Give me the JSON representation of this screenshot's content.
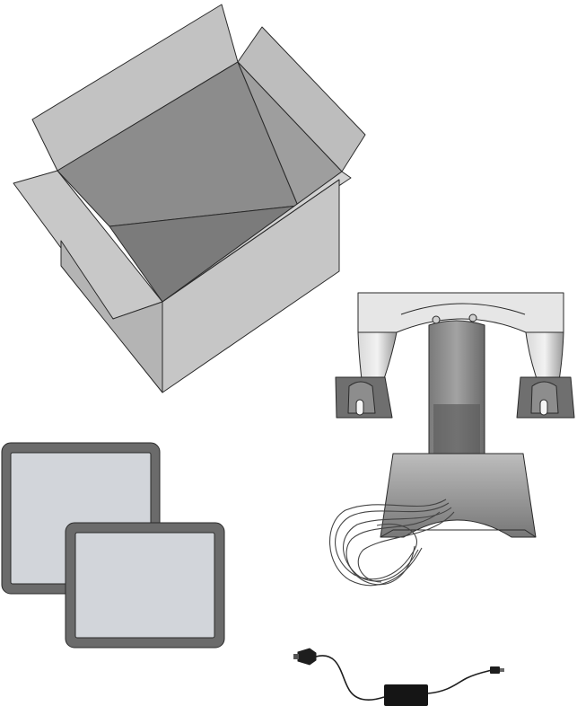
{
  "illustration": {
    "items": [
      {
        "id": "shipping-box",
        "icon": "open-cardboard-box-icon"
      },
      {
        "id": "stand",
        "icon": "dual-monitor-stand-icon"
      },
      {
        "id": "display-panels",
        "icon": "display-panel-icon",
        "count": 2
      },
      {
        "id": "power-adapter",
        "icon": "power-adapter-icon"
      }
    ]
  },
  "colors": {
    "background": "#ffffff",
    "outline": "#2a2a2a",
    "box_light": "#c9c9c9",
    "box_mid": "#aeaeae",
    "box_dark": "#8f8f8f",
    "stand_light": "#e3e3e3",
    "stand_dark": "#6f6f6f",
    "panel_bezel": "#6b6b6b",
    "panel_screen": "#d2d5da",
    "adapter": "#151515"
  }
}
